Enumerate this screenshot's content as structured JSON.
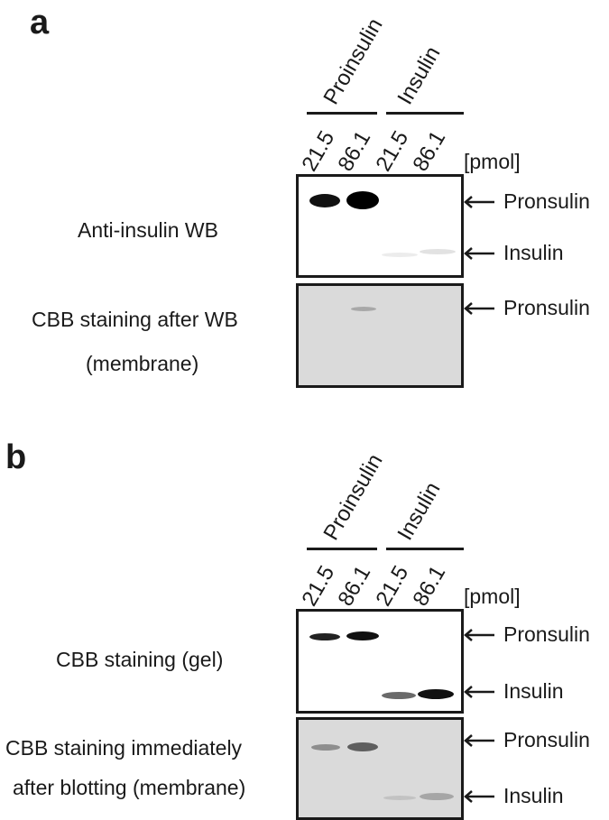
{
  "panel_a": {
    "letter": "a",
    "groups": [
      "Proinsulin",
      "Insulin"
    ],
    "lanes": [
      "21.5",
      "86.1",
      "21.5",
      "86.1"
    ],
    "unit": "[pmol]",
    "wb_label": "Anti-insulin WB",
    "cbb_label_1": "CBB staining after WB",
    "cbb_label_2": "(membrane)",
    "markers": {
      "proinsulin_1": "Pronsulin",
      "insulin_1": "Insulin",
      "proinsulin_2": "Pronsulin"
    }
  },
  "panel_b": {
    "letter": "b",
    "groups": [
      "Proinsulin",
      "Insulin"
    ],
    "lanes": [
      "21.5",
      "86.1",
      "21.5",
      "86.1"
    ],
    "unit": "[pmol]",
    "gel_label": "CBB staining (gel)",
    "membrane_label_1": "CBB staining immediately",
    "membrane_label_2": "after blotting (membrane)",
    "markers": {
      "proinsulin_1": "Pronsulin",
      "insulin_1": "Insulin",
      "proinsulin_2": "Pronsulin",
      "insulin_2": "Insulin"
    }
  },
  "colors": {
    "ink": "#1a1a1a",
    "membrane_gray": "#dadada"
  }
}
